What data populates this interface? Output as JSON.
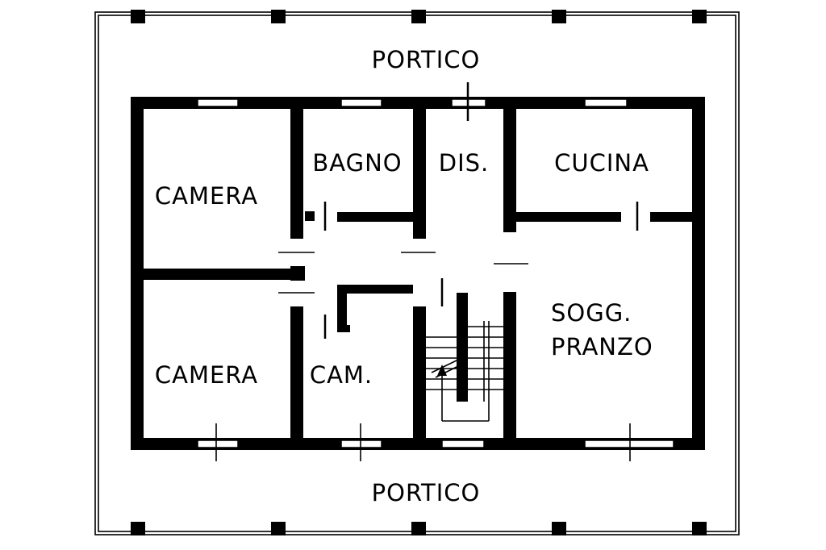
{
  "labels": {
    "portico_top": "PORTICO",
    "portico_bottom": "PORTICO",
    "camera_top": "CAMERA",
    "camera_bottom": "CAMERA",
    "bagno": "BAGNO",
    "dis": "DIS.",
    "cucina": "CUCINA",
    "cam": "CAM.",
    "sogg": "SOGG.",
    "pranzo": "PRANZO"
  },
  "colors": {
    "ink": "#000000",
    "paper": "#ffffff"
  }
}
